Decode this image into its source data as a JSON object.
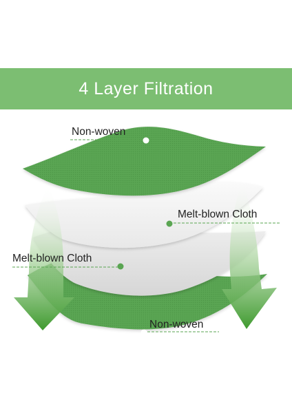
{
  "header": {
    "title": "4 Layer Filtration"
  },
  "layers": [
    {
      "label": "Non-woven",
      "color": "#5aa552"
    },
    {
      "label": "Melt-blown Cloth",
      "color": "#f2f2f2"
    },
    {
      "label": "Melt-blown Cloth",
      "color": "#e6e6e6"
    },
    {
      "label": "Non-woven",
      "color": "#5aa552"
    }
  ],
  "colors": {
    "banner": "#7cbe72",
    "accent": "#5aa552",
    "arrow": "#3f9a2f"
  }
}
